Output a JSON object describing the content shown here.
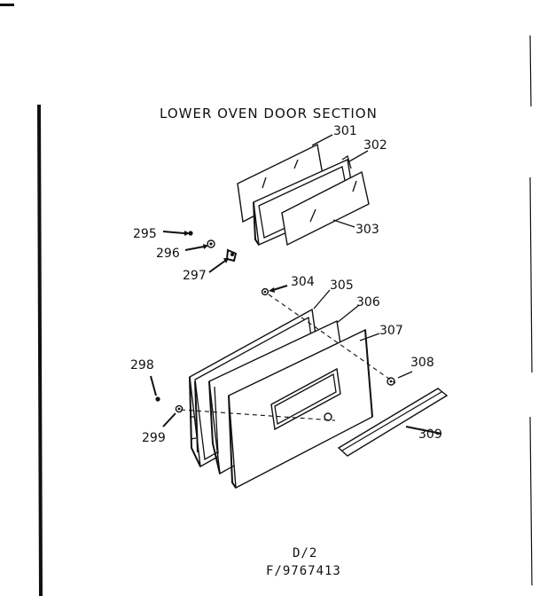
{
  "title": "LOWER OVEN DOOR SECTION",
  "parts": {
    "p295": "295",
    "p296": "296",
    "p297": "297",
    "p298": "298",
    "p299": "299",
    "p301": "301",
    "p302": "302",
    "p303": "303",
    "p304": "304",
    "p305": "305",
    "p306": "306",
    "p307": "307",
    "p308": "308",
    "p309": "309"
  },
  "footer": {
    "line1": "D/2",
    "line2": "F/9767413"
  },
  "colors": {
    "ink": "#111111",
    "paper": "#ffffff"
  }
}
